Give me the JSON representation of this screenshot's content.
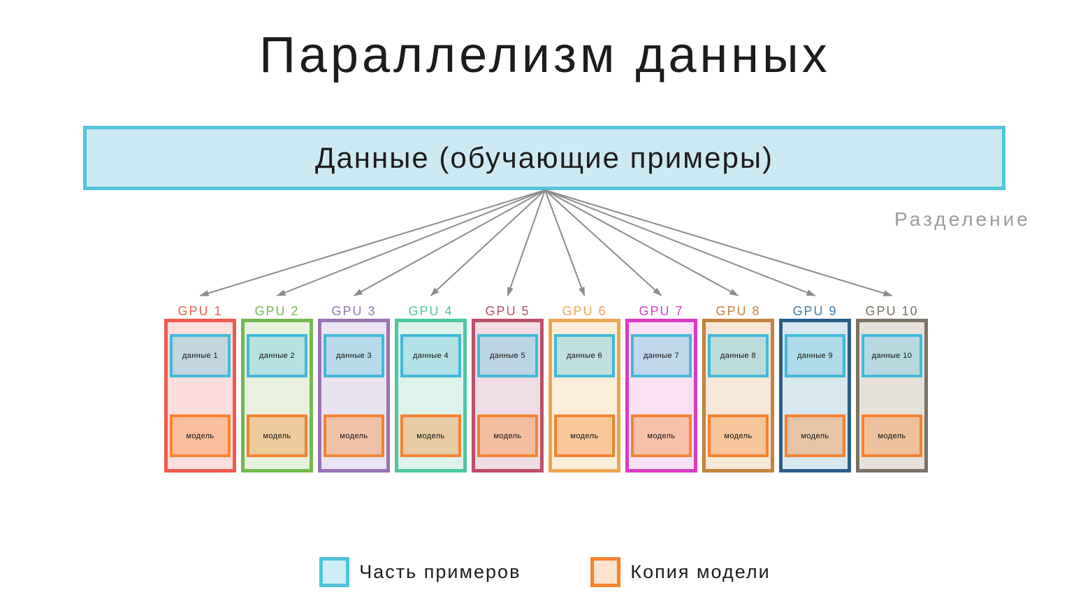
{
  "title": "Параллелизм данных",
  "data_box": {
    "label": "Данные (обучающие примеры)",
    "fill": "#cdeaf4",
    "border": "#53c4dd"
  },
  "split_label": "Разделение",
  "split_label_color": "#9b9b9b",
  "arrows": {
    "color": "#8c8c8c"
  },
  "inner_box_styles": {
    "data_border": "#41b9da",
    "model_border": "#f5822f"
  },
  "gpus": [
    {
      "label": "GPU 1",
      "data_label": "данные 1",
      "model_label": "модель",
      "accent": "#ef5b4e",
      "fill": "#fbdedd"
    },
    {
      "label": "GPU 2",
      "data_label": "данные 2",
      "model_label": "модель",
      "accent": "#72b94f",
      "fill": "#e7f1de"
    },
    {
      "label": "GPU 3",
      "data_label": "данные 3",
      "model_label": "модель",
      "accent": "#9873b2",
      "fill": "#eae3f1"
    },
    {
      "label": "GPU 4",
      "data_label": "данные 4",
      "model_label": "модель",
      "accent": "#4cc7a2",
      "fill": "#def3ea"
    },
    {
      "label": "GPU 5",
      "data_label": "данные 5",
      "model_label": "модель",
      "accent": "#bb5068",
      "fill": "#f0dce3"
    },
    {
      "label": "GPU 6",
      "data_label": "данные 6",
      "model_label": "модель",
      "accent": "#eda554",
      "fill": "#faeeda"
    },
    {
      "label": "GPU 7",
      "data_label": "данные 7",
      "model_label": "модель",
      "accent": "#d93cc3",
      "fill": "#f8e1f5"
    },
    {
      "label": "GPU 8",
      "data_label": "данные 8",
      "model_label": "модель",
      "accent": "#c5833f",
      "fill": "#f5e8d8"
    },
    {
      "label": "GPU 9",
      "data_label": "данные 9",
      "model_label": "модель",
      "accent": "#2a5f88",
      "label_color": "#3d7ba6",
      "fill": "#d9e8ef"
    },
    {
      "label": "GPU 10",
      "data_label": "данные 10",
      "model_label": "модель",
      "accent": "#7b7165",
      "fill": "#e6e2db"
    }
  ],
  "legend": [
    {
      "label": "Часть примеров",
      "swatch_fill": "#cdeef5",
      "swatch_border": "#4fc3dd"
    },
    {
      "label": "Копия модели",
      "swatch_fill": "#fde3cb",
      "swatch_border": "#f5832f"
    }
  ]
}
